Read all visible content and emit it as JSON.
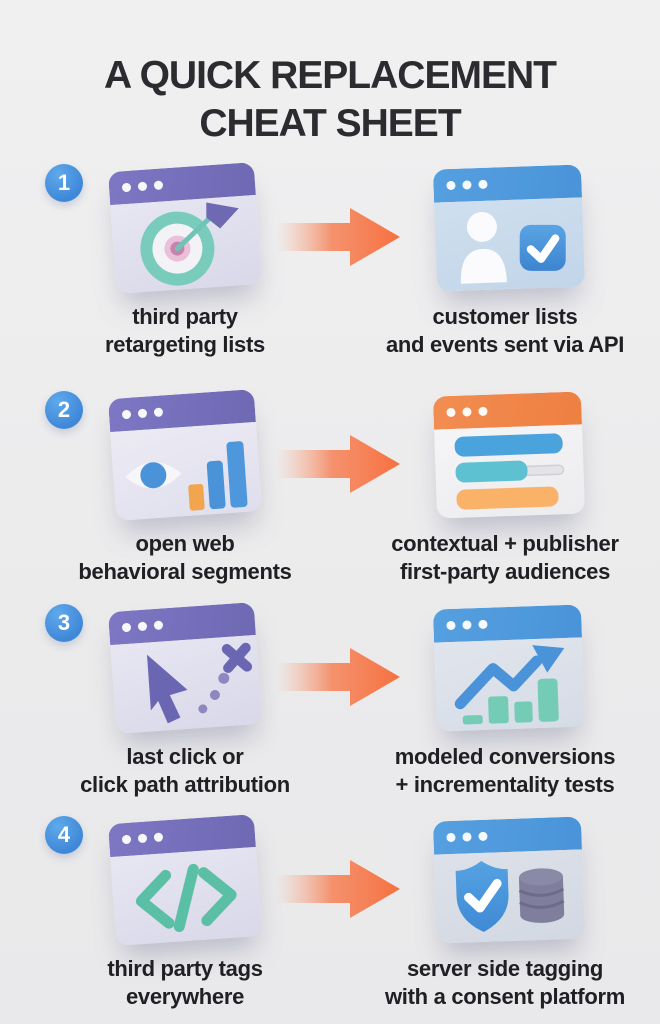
{
  "title": {
    "line1": "A QUICK REPLACEMENT",
    "line2": "CHEAT SHEET"
  },
  "rows": [
    {
      "number": "1",
      "left": {
        "icon": "retargeting-target-icon",
        "line1": "third party",
        "line2": "retargeting lists"
      },
      "right": {
        "icon": "customer-list-check-icon",
        "line1": "customer lists",
        "line2": "and events sent via API"
      }
    },
    {
      "number": "2",
      "left": {
        "icon": "behavioral-eye-barchart-icon",
        "line1": "open web",
        "line2": "behavioral segments"
      },
      "right": {
        "icon": "publisher-audience-bars-icon",
        "line1": "contextual + publisher",
        "line2": "first-party audiences"
      }
    },
    {
      "number": "3",
      "left": {
        "icon": "click-path-cursor-icon",
        "line1": "last click or",
        "line2": "click path attribution"
      },
      "right": {
        "icon": "conversions-trend-chart-icon",
        "line1": "modeled conversions",
        "line2": "+ incrementality tests"
      }
    },
    {
      "number": "4",
      "left": {
        "icon": "code-tags-icon",
        "line1": "third party tags",
        "line2": "everywhere"
      },
      "right": {
        "icon": "shield-database-icon",
        "line1": "server side tagging",
        "line2": "with a consent platform"
      }
    }
  ],
  "colors": {
    "background": "#ededee",
    "title_text": "#2b2b30",
    "label_text": "#202024",
    "badge_blue": "#3f88d8",
    "arrow_orange": "#f67a4b",
    "window_purple": "#6f69b4",
    "window_blue": "#4a93d9",
    "window_orange": "#ee7f41",
    "teal": "#6ec9b6",
    "pink": "#d892b8"
  }
}
